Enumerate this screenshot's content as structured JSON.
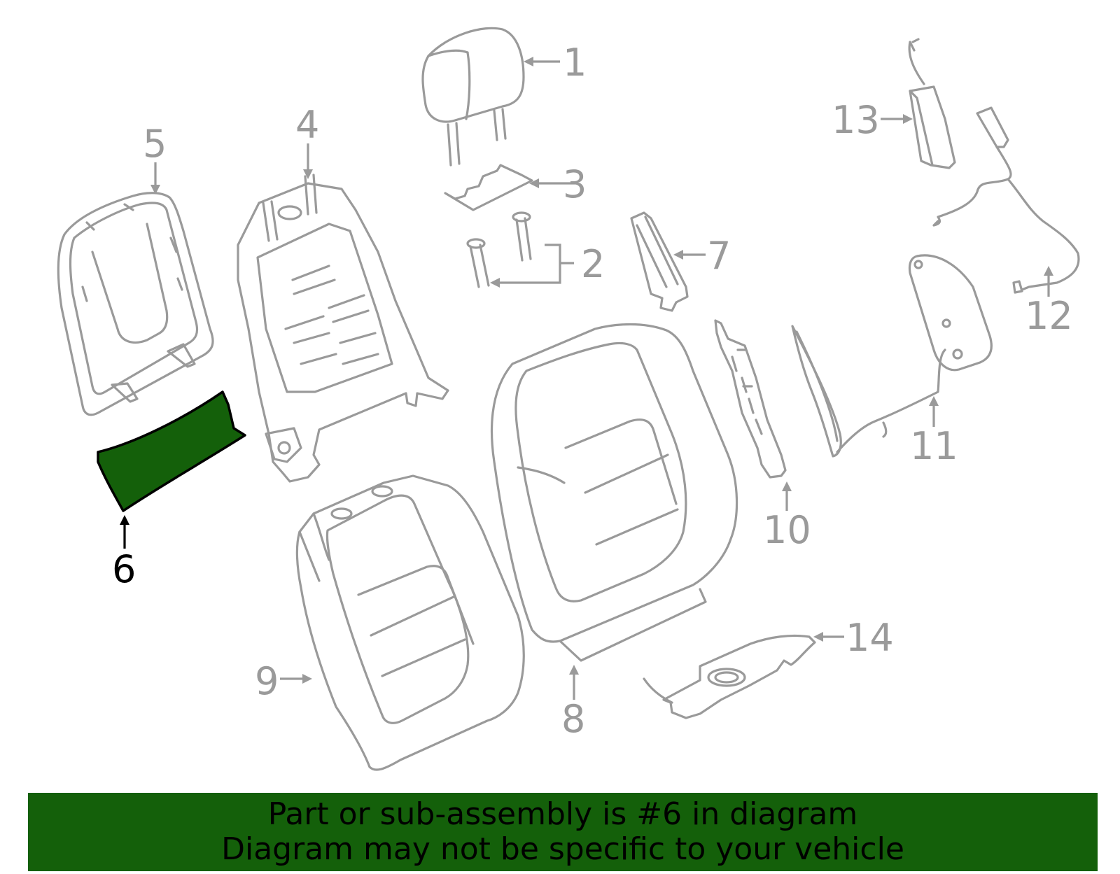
{
  "diagram": {
    "selected_part": "6",
    "colors": {
      "highlight": "#14600a",
      "lines": "#9a9a9a",
      "selected_label": "#000000"
    },
    "callouts": {
      "c1": "1",
      "c2": "2",
      "c3": "3",
      "c4": "4",
      "c5": "5",
      "c6": "6",
      "c7": "7",
      "c8": "8",
      "c9": "9",
      "c10": "10",
      "c11": "11",
      "c12": "12",
      "c13": "13",
      "c14": "14"
    }
  },
  "banner": {
    "line1": "Part or sub-assembly is #6 in diagram",
    "line2": "Diagram may not be specific to your vehicle"
  }
}
